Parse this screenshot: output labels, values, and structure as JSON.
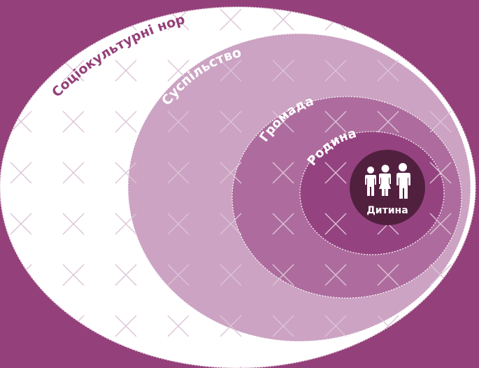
{
  "diagram": {
    "type": "nested-ellipses",
    "levels": [
      {
        "label": "Соціокультурні норми",
        "color": "#ffffff",
        "text_color": "#94407a"
      },
      {
        "label": "Суспільство",
        "color": "#cca3c3",
        "text_color": "#ffffff"
      },
      {
        "label": "Громада",
        "color": "#ae6c9e",
        "text_color": "#ffffff"
      },
      {
        "label": "Родина",
        "color": "#954380",
        "text_color": "#ffffff"
      },
      {
        "label": "Дитина",
        "color": "#52203f",
        "text_color": "#ffffff"
      }
    ],
    "icon": "children-figures-icon"
  },
  "colors": {
    "background": "#94407a",
    "pattern": "#dcc4d6"
  }
}
